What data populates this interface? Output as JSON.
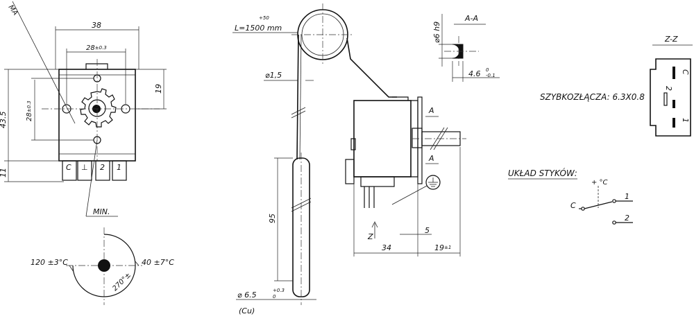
{
  "front_view": {
    "dim_width_total": "38",
    "dim_mount_spacing": "28",
    "dim_mount_spacing_tol": "±0.3",
    "dim_height_total": "43.5",
    "dim_vertical_spacing": "28",
    "dim_vertical_spacing_tol": "±0.3",
    "dim_upper": "19",
    "dim_terminals": "11",
    "label_cut": "MA",
    "terminal_labels": [
      "C",
      "⊥",
      "2",
      "1"
    ],
    "label_min": "MIN."
  },
  "dial": {
    "left_temp": "120 ±3°C",
    "right_temp": "40 ±7°C",
    "rotation": "270°±"
  },
  "side_view": {
    "capillary_length": "L=1500 mm",
    "capillary_length_tol": "+50",
    "capillary_diameter": "⌀1,5",
    "bulb_length": "95",
    "bulb_diameter": "⌀ 6.5",
    "bulb_diameter_tol_upper": "+0.3",
    "bulb_diameter_tol_lower": "0",
    "bulb_material": "(Cu)",
    "dim_body": "34",
    "dim_shaft": "19",
    "dim_shaft_tol": "±1",
    "dim_shaft_offset": "5",
    "label_section_a_top": "A",
    "label_section_a_bottom": "A",
    "label_view_z": "Z"
  },
  "section_aa": {
    "title": "A-A",
    "shaft_diameter": "⌀6 h9",
    "flat_dim": "4.6",
    "flat_tol_upper": "0",
    "flat_tol_lower": "-0.1"
  },
  "view_zz": {
    "title": "Z-Z",
    "terminal_labels": [
      "C",
      "2",
      "1"
    ]
  },
  "connectors": {
    "label": "SZYBKOZŁĄCZA: 6.3X0.8"
  },
  "contacts": {
    "label": "UKŁAD STYKÓW:",
    "symbol_label": "+ °C",
    "pin_c": "C",
    "pin_1": "1",
    "pin_2": "2"
  }
}
